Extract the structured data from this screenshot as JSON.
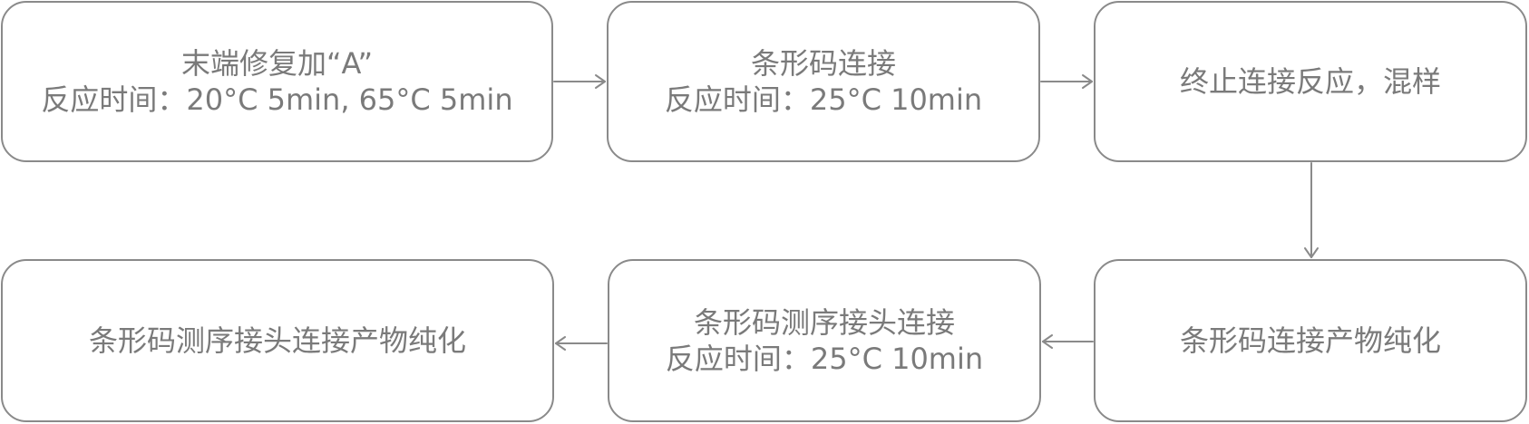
{
  "steps": [
    {
      "line1": "末端修复加“A”",
      "line2": "反应时间：20°C 5min, 65°C 5min"
    },
    {
      "line1": "条形码连接",
      "line2": "反应时间：25°C 10min"
    },
    {
      "line1": "终止连接反应，混样",
      "line2": ""
    },
    {
      "line1": "条形码连接产物纯化",
      "line2": ""
    },
    {
      "line1": "条形码测序接头连接",
      "line2": "反应时间：25°C 10min"
    },
    {
      "line1": "条形码测序接头连接产物纯化",
      "line2": ""
    }
  ],
  "colors": {
    "border": "#8a8a8a",
    "text": "#7a7a7a",
    "arrow": "#8a8a8a"
  }
}
